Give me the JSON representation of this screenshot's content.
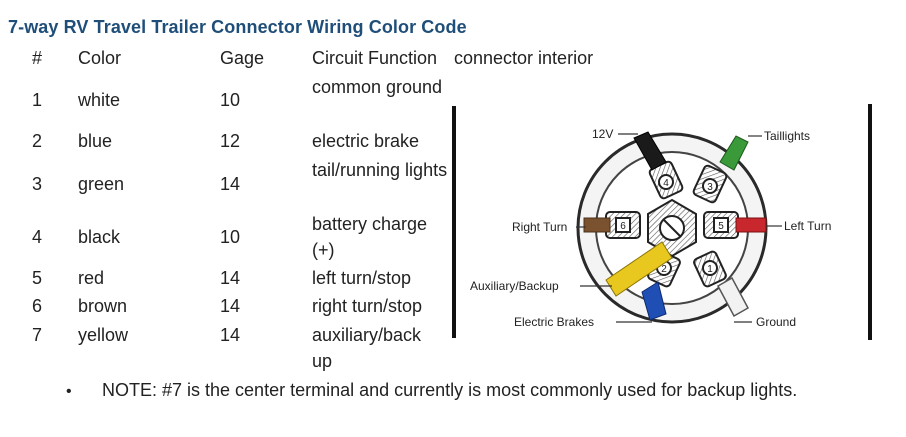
{
  "title": "7-way RV Travel Trailer Connector Wiring Color Code",
  "headers": {
    "num": "#",
    "color": "Color",
    "gage": "Gage",
    "function": "Circuit Function",
    "interior": "connector interior"
  },
  "rows": [
    {
      "num": "1",
      "color": "white",
      "gage": "10",
      "function": "common ground"
    },
    {
      "num": "2",
      "color": "blue",
      "gage": "12",
      "function": "electric brake"
    },
    {
      "num": "3",
      "color": "green",
      "gage": "14",
      "function": "tail/running lights"
    },
    {
      "num": "4",
      "color": "black",
      "gage": "10",
      "function": "battery charge (+)"
    },
    {
      "num": "5",
      "color": "red",
      "gage": "14",
      "function": "left turn/stop"
    },
    {
      "num": "6",
      "color": "brown",
      "gage": "14",
      "function": "right turn/stop"
    },
    {
      "num": "7",
      "color": "yellow",
      "gage": "14",
      "function": "auxiliary/back up"
    }
  ],
  "diagram": {
    "labels": {
      "v12": "12V",
      "taillights": "Taillights",
      "right_turn": "Right Turn",
      "left_turn": "Left Turn",
      "aux": "Auxiliary/Backup",
      "brakes": "Electric Brakes",
      "ground": "Ground"
    },
    "pins": [
      "4",
      "3",
      "6",
      "5",
      "2",
      "1"
    ],
    "wire_colors": {
      "black": "#1a1a1a",
      "green": "#3a9a3a",
      "brown": "#7a5230",
      "red": "#c8282d",
      "yellow": "#e8c81e",
      "blue": "#1f4fb4",
      "white": "#f2f2f2"
    }
  },
  "note": {
    "bullet": "•",
    "text": "NOTE: #7 is the center terminal and currently is most commonly used for backup lights."
  },
  "colors": {
    "title": "#1f4e79",
    "text": "#222222"
  }
}
